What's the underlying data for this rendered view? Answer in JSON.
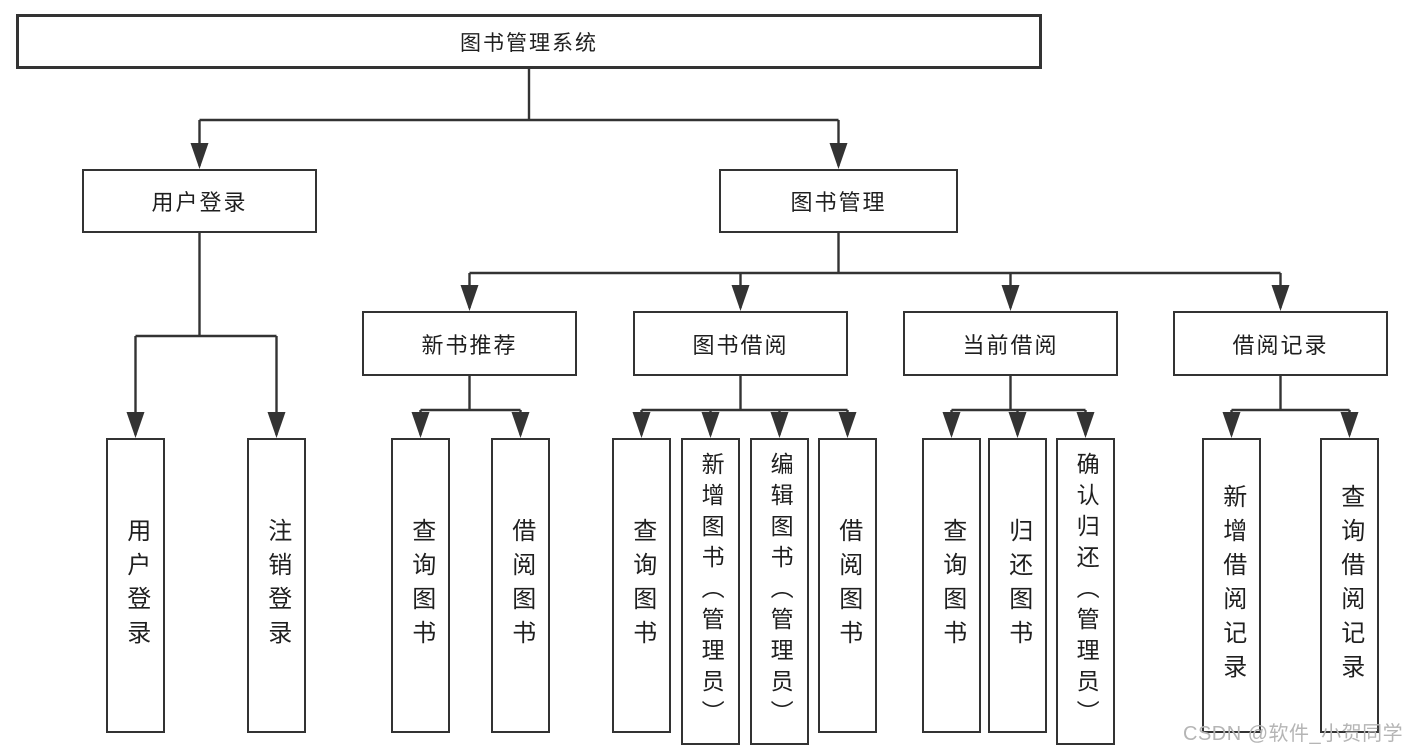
{
  "tree": {
    "root": {
      "label": "图书管理系统"
    },
    "branches": [
      {
        "label": "用户登录",
        "children": [
          {
            "label": "用户登录"
          },
          {
            "label": "注销登录"
          }
        ]
      },
      {
        "label": "图书管理",
        "children": [
          {
            "label": "新书推荐",
            "children": [
              {
                "label": "查询图书"
              },
              {
                "label": "借阅图书"
              }
            ]
          },
          {
            "label": "图书借阅",
            "children": [
              {
                "label": "查询图书"
              },
              {
                "label": "新增图书（管理员）"
              },
              {
                "label": "编辑图书（管理员）"
              },
              {
                "label": "借阅图书"
              }
            ]
          },
          {
            "label": "当前借阅",
            "children": [
              {
                "label": "查询图书"
              },
              {
                "label": "归还图书"
              },
              {
                "label": "确认归还（管理员）"
              }
            ]
          },
          {
            "label": "借阅记录",
            "children": [
              {
                "label": "新增借阅记录"
              },
              {
                "label": "查询借阅记录"
              }
            ]
          }
        ]
      }
    ]
  },
  "watermark": {
    "text": "CSDN @软件_小贺同学"
  },
  "colors": {
    "line": "#333333",
    "text": "#1f1f1f",
    "background": "#ffffff",
    "watermark": "#b5b5b5"
  }
}
